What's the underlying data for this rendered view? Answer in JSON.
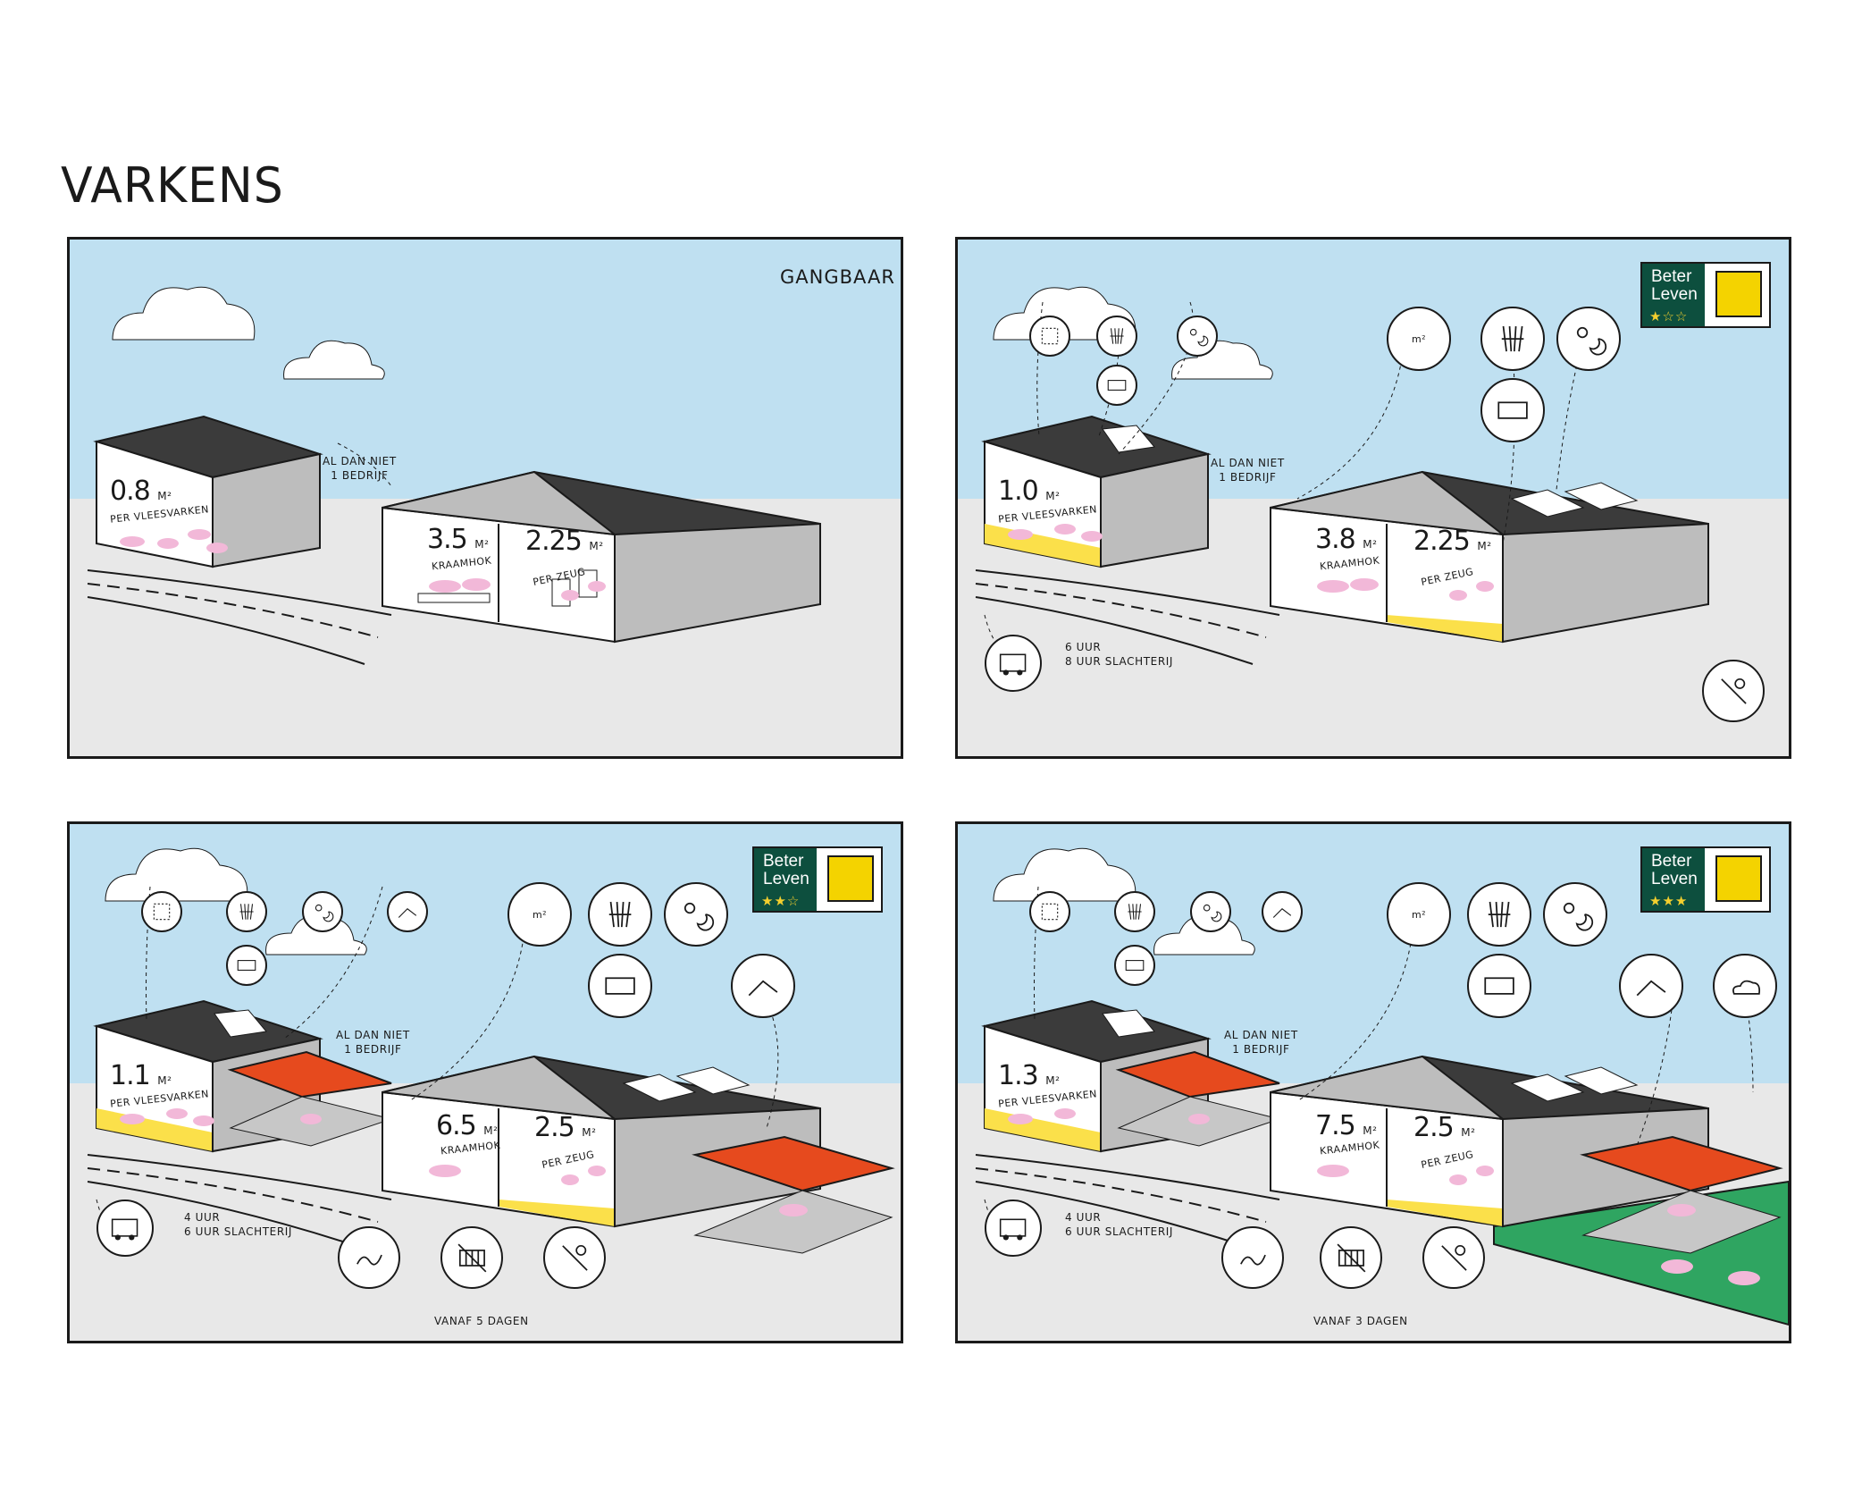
{
  "title": "VARKENS",
  "colors": {
    "sky": "#bfe0f1",
    "ground": "#e8e8e8",
    "roof": "#3b3b3b",
    "wall": "#bdbdbd",
    "straw": "#fbe04a",
    "pig": "#f2b8d8",
    "outdoor_roof": "#e64a1e",
    "pasture": "#2fa561",
    "label_green": "#0d4f3e",
    "label_yellow": "#f4d300"
  },
  "panels": [
    {
      "tag": "GANGBAAR",
      "left_barn": {
        "area": "0.8",
        "unit": "M²",
        "subtitle": "PER VLEESVARKEN"
      },
      "note": "AL DAN NIET\n1 BEDRIJF",
      "right_barn": {
        "area1": "3.5",
        "unit1": "M²",
        "sub1": "KRAAMHOK",
        "area2": "2.25",
        "unit2": "M²",
        "sub2": "PER ZEUG"
      }
    },
    {
      "label": {
        "line1": "Beter",
        "line2": "Leven",
        "stars": "★☆☆"
      },
      "left_barn": {
        "area": "1.0",
        "unit": "M²",
        "subtitle": "PER VLEESVARKEN"
      },
      "note": "AL DAN NIET\n1 BEDRIJF",
      "right_barn": {
        "area1": "3.8",
        "unit1": "M²",
        "sub1": "KRAAMHOK",
        "area2": "2.25",
        "unit2": "M²",
        "sub2": "PER ZEUG"
      },
      "transport": "6 UUR\n8 UUR SLACHTERIJ",
      "icons": [
        "m2-icon",
        "straw-icon",
        "day-night-icon",
        "mat-icon",
        "no-castration-icon"
      ],
      "m2": "m²"
    },
    {
      "label": {
        "line1": "Beter",
        "line2": "Leven",
        "stars": "★★☆"
      },
      "left_barn": {
        "area": "1.1",
        "unit": "M²",
        "subtitle": "PER VLEESVARKEN"
      },
      "note": "AL DAN NIET\n1 BEDRIJF",
      "right_barn": {
        "area1": "6.5",
        "unit1": "M²",
        "sub1": "KRAAMHOK",
        "area2": "2.5",
        "unit2": "M²",
        "sub2": "PER ZEUG"
      },
      "transport": "4 UUR\n6 UUR SLACHTERIJ",
      "bottom_note": "VANAF 5 DAGEN",
      "icons": [
        "m2-icon",
        "straw-icon",
        "day-night-icon",
        "outdoor-icon",
        "mat-icon",
        "curly-tail-icon",
        "no-crate-icon",
        "no-castration-icon"
      ],
      "m2": "m²"
    },
    {
      "label": {
        "line1": "Beter",
        "line2": "Leven",
        "stars": "★★★"
      },
      "left_barn": {
        "area": "1.3",
        "unit": "M²",
        "subtitle": "PER VLEESVARKEN"
      },
      "note": "AL DAN NIET\n1 BEDRIJF",
      "right_barn": {
        "area1": "7.5",
        "unit1": "M²",
        "sub1": "KRAAMHOK",
        "area2": "2.5",
        "unit2": "M²",
        "sub2": "PER ZEUG"
      },
      "transport": "4 UUR\n6 UUR SLACHTERIJ",
      "bottom_note": "VANAF 3 DAGEN",
      "icons": [
        "m2-icon",
        "straw-icon",
        "day-night-icon",
        "outdoor-icon",
        "weather-icon",
        "mat-icon",
        "curly-tail-icon",
        "no-crate-icon",
        "no-castration-icon"
      ],
      "m2": "m²"
    }
  ]
}
